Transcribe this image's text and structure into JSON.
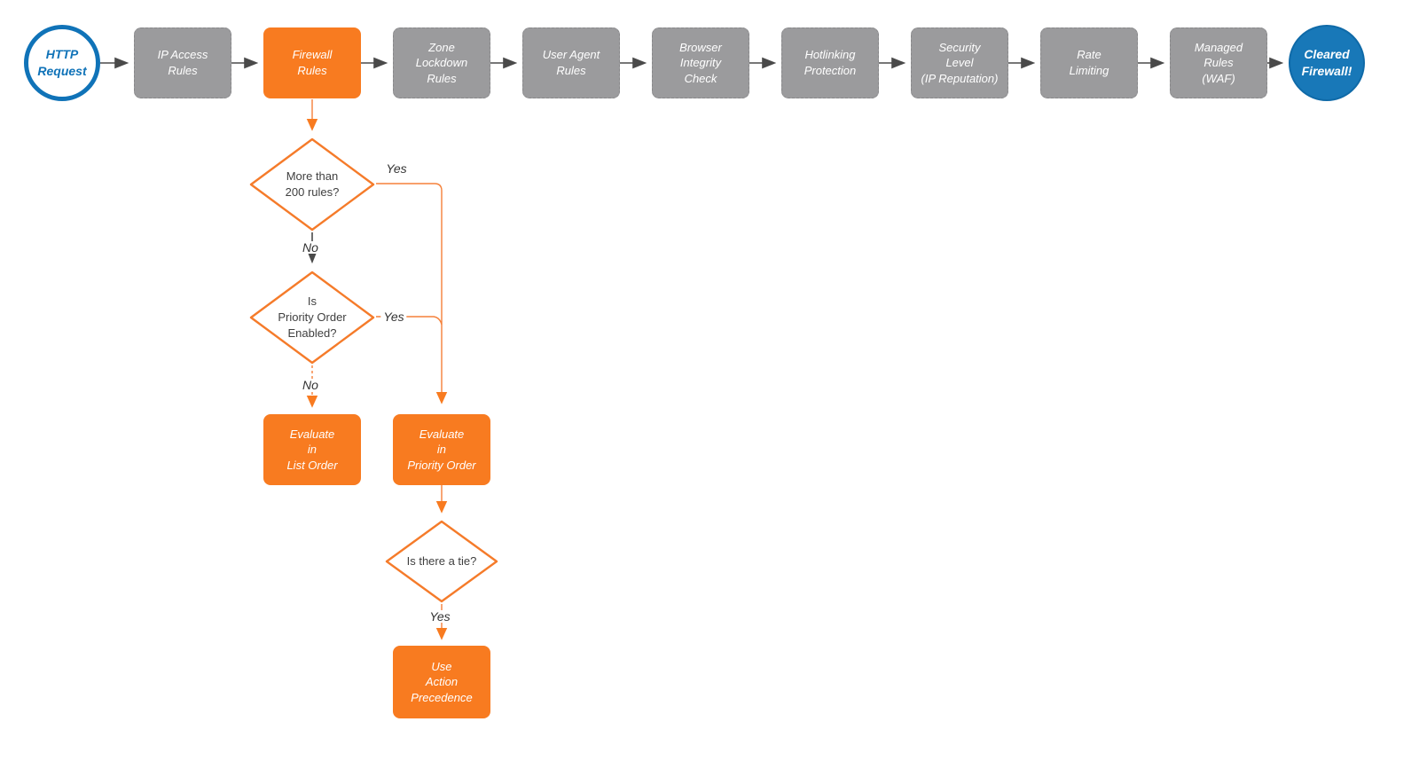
{
  "title": "Cloudflare Firewall Evaluation Flowchart",
  "colors": {
    "accent_orange": "#f87b20",
    "accent_blue": "#1073b8",
    "step_gray": "#9b9b9d",
    "arrow_gray": "#4a4a4a",
    "text_white": "#ffffff"
  },
  "nodes": {
    "http_request": "HTTP\nRequest",
    "ip_access": "IP Access\nRules",
    "firewall": "Firewall\nRules",
    "zone_lockdown": "Zone\nLockdown\nRules",
    "user_agent": "User Agent\nRules",
    "browser_integrity": "Browser\nIntegrity\nCheck",
    "hotlinking": "Hotlinking\nProtection",
    "security_level": "Security\nLevel\n(IP Reputation)",
    "rate_limiting": "Rate\nLimiting",
    "managed_rules": "Managed\nRules\n(WAF)",
    "cleared": "Cleared\nFirewall!",
    "more_than_200": "More than\n200 rules?",
    "priority_enabled": "Is\nPriority Order\nEnabled?",
    "evaluate_list": "Evaluate\nin\nList Order",
    "evaluate_priority": "Evaluate\nin\nPriority Order",
    "tie": "Is there a tie?",
    "use_action": "Use\nAction\nPrecedence"
  },
  "edge_labels": {
    "yes1": "Yes",
    "no1": "No",
    "yes2": "Yes",
    "no2": "No",
    "yes3": "Yes"
  }
}
